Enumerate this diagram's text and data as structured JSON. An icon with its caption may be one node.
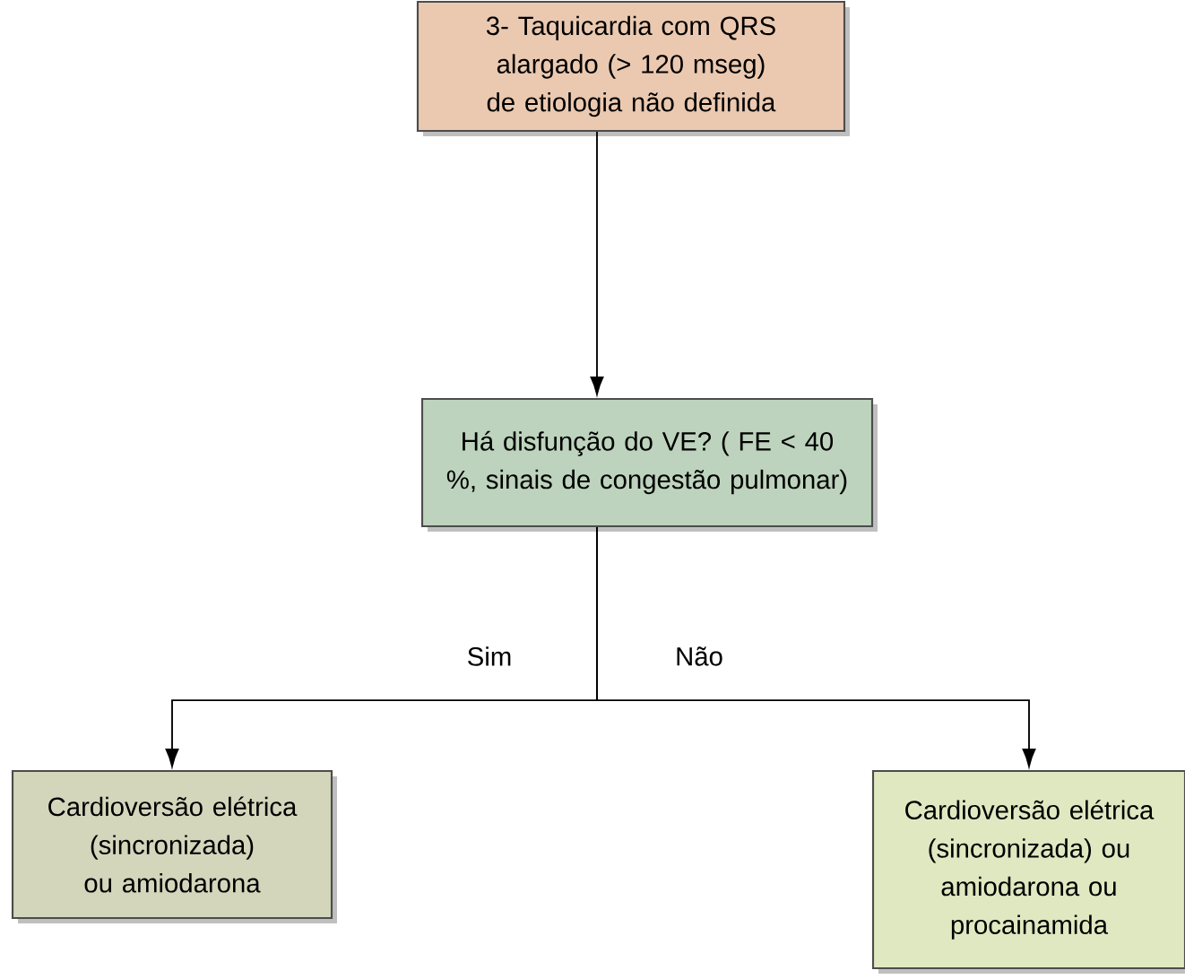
{
  "diagram": {
    "nodes": [
      {
        "text": [
          "3- Taquicardia com QRS alargado (> 120 mseg) de etiologia não definida"
        ]
      },
      {
        "text": [
          "Há disfunção do VE? ( FE < 40 %, sinais de congestão pulmonar)"
        ]
      },
      {
        "text": [
          "Cardioversão elétrica (sincronizada) ou amiodarona"
        ]
      },
      {
        "text": [
          "Cardioversão elétrica (sincronizada) ou amiodarona ou procainamida"
        ]
      }
    ],
    "edges": [
      {
        "from": 0,
        "to": 1,
        "arrow": "to"
      },
      {
        "from": 1,
        "to": 2,
        "arrow": "to",
        "label": "Sim"
      },
      {
        "from": 1,
        "to": 3,
        "arrow": "to",
        "label": "Não"
      }
    ]
  }
}
